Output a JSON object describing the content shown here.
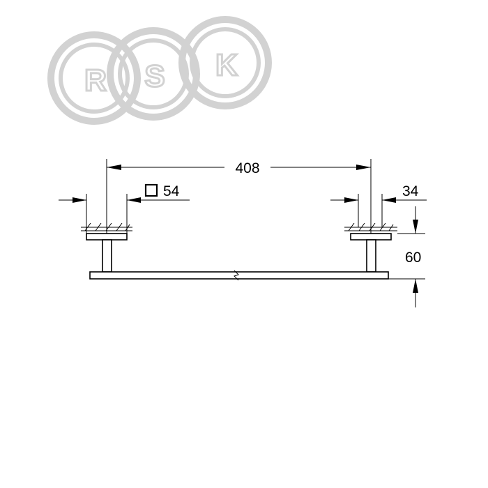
{
  "logo": {
    "letters": [
      "R",
      "S",
      "K"
    ],
    "color": "#d2d2d2"
  },
  "dimensions": {
    "length": "408",
    "section": "54",
    "section_symbol": "square-icon",
    "depth": "34",
    "projection": "60"
  },
  "colors": {
    "line": "#000000",
    "background": "#ffffff"
  }
}
